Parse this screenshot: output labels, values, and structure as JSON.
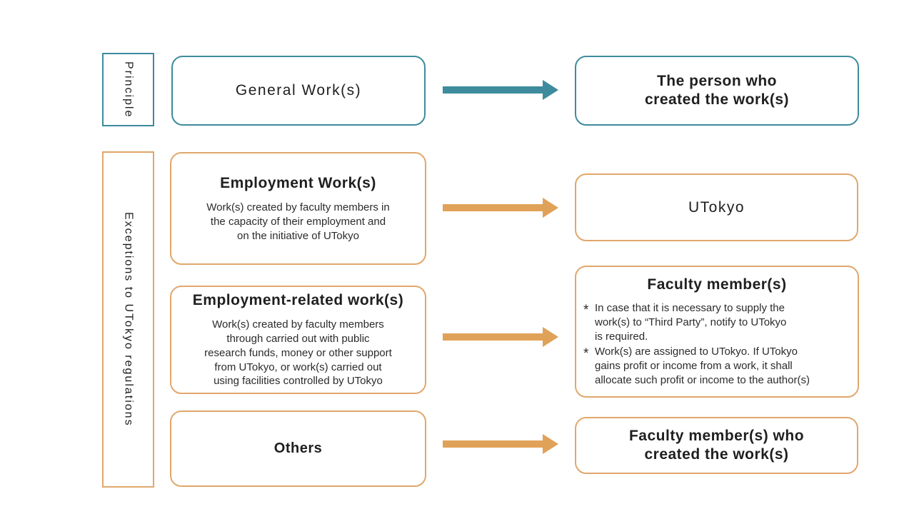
{
  "colors": {
    "teal": "#3d8b9c",
    "orange_arrow": "#e0a258",
    "orange_border": "#e1a76b",
    "ink": "#1f1f1f",
    "body_ink": "#2b2b2b"
  },
  "principle": {
    "label": "Principle",
    "source": {
      "title": "General Work(s)"
    },
    "result": {
      "title": "The person who\ncreated the work(s)"
    }
  },
  "exceptions": {
    "label": "Exceptions to UTokyo regulations",
    "rows": [
      {
        "source": {
          "title": "Employment Work(s)",
          "body": "Work(s) created by faculty members in\nthe capacity of their employment and\non the initiative of UTokyo"
        },
        "result": {
          "title": "UTokyo"
        }
      },
      {
        "source": {
          "title": "Employment-related work(s)",
          "body": "Work(s) created by faculty members\nthrough carried out with public\nresearch funds, money or other support\nfrom UTokyo, or work(s) carried out\nusing facilities controlled by UTokyo"
        },
        "result": {
          "title": "Faculty member(s)",
          "notes": [
            {
              "marker": "*",
              "text": "In case that it is necessary to supply the\nwork(s) to “Third Party”, notify to UTokyo\nis required."
            },
            {
              "marker": "*",
              "text": "Work(s) are assigned to UTokyo. If UTokyo\ngains profit or income from a work, it shall\nallocate such profit or income to the author(s)"
            }
          ]
        }
      },
      {
        "source": {
          "title": "Others"
        },
        "result": {
          "title": "Faculty member(s) who\ncreated the work(s)"
        }
      }
    ]
  }
}
